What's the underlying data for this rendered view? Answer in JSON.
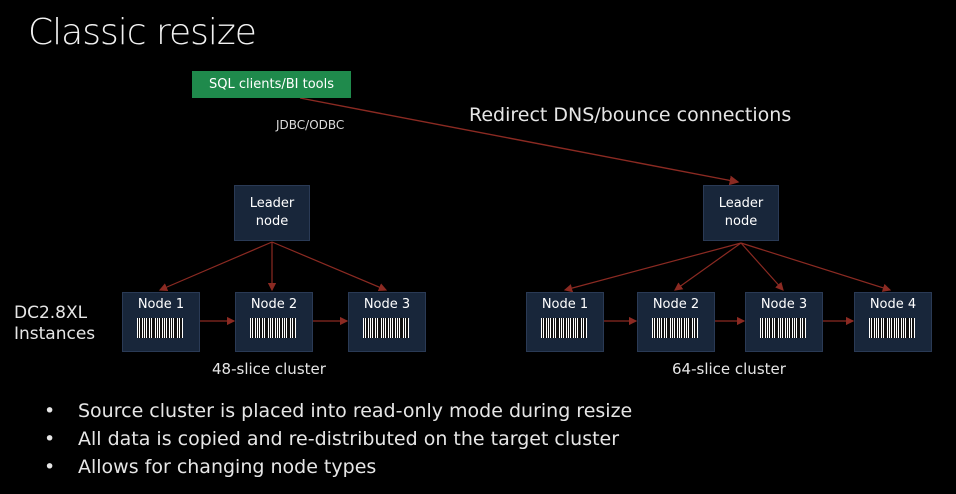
{
  "title": "Classic resize",
  "client_box": "SQL clients/BI tools",
  "protocol": "JDBC/ODBC",
  "redirect": "Redirect DNS/bounce connections",
  "instances": [
    "DC2.8XL",
    "Instances"
  ],
  "source_cluster": {
    "leader": [
      "Leader",
      "node"
    ],
    "nodes": [
      "Node 1",
      "Node 2",
      "Node 3"
    ],
    "caption": "48-slice cluster"
  },
  "target_cluster": {
    "leader": [
      "Leader",
      "node"
    ],
    "nodes": [
      "Node 1",
      "Node 2",
      "Node 3",
      "Node 4"
    ],
    "caption": "64-slice cluster"
  },
  "bullets": [
    "Source cluster is placed into read-only mode during resize",
    "All data is copied and re-distributed on the target cluster",
    "Allows for changing node types"
  ],
  "colors": {
    "background": "#000000",
    "client_box": "#1f8a4c",
    "node_fill": "#18263a",
    "arrow": "#8b2a22"
  }
}
